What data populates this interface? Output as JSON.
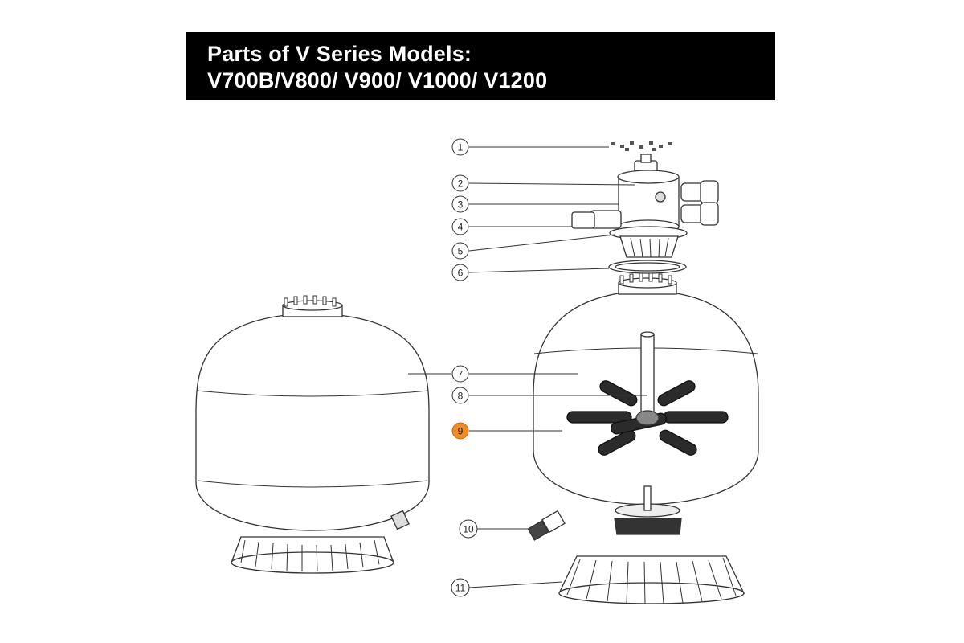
{
  "title": {
    "line1": "Parts of V Series Models:",
    "line2": "V700B/V800/ V900/ V1000/ V1200"
  },
  "callouts": [
    {
      "number": "1",
      "highlighted": false
    },
    {
      "number": "2",
      "highlighted": false
    },
    {
      "number": "3",
      "highlighted": false
    },
    {
      "number": "4",
      "highlighted": false
    },
    {
      "number": "5",
      "highlighted": false
    },
    {
      "number": "6",
      "highlighted": false
    },
    {
      "number": "7",
      "highlighted": false
    },
    {
      "number": "8",
      "highlighted": false
    },
    {
      "number": "9",
      "highlighted": true
    },
    {
      "number": "10",
      "highlighted": false
    },
    {
      "number": "11",
      "highlighted": false
    }
  ],
  "colors": {
    "banner": "#000000",
    "banner_text": "#ffffff",
    "highlight": "#f28c28",
    "line": "#333333"
  }
}
